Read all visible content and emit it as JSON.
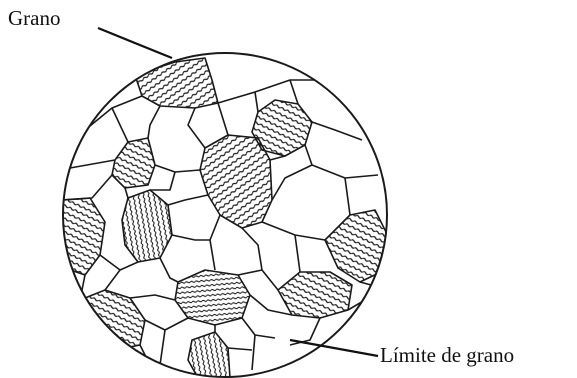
{
  "labels": {
    "grain": "Grano",
    "grain_boundary": "Límite de grano"
  },
  "colors": {
    "ink": "#1a1a1a",
    "background": "#ffffff"
  },
  "grains": [
    {
      "name": "grain-top-left",
      "hatched": true
    },
    {
      "name": "grain-top-center",
      "hatched": false
    },
    {
      "name": "grain-top-right",
      "hatched": false
    },
    {
      "name": "grain-upper-right",
      "hatched": true
    },
    {
      "name": "grain-left-upper",
      "hatched": false
    },
    {
      "name": "grain-left-mid",
      "hatched": true
    },
    {
      "name": "grain-center",
      "hatched": true
    },
    {
      "name": "grain-center-left",
      "hatched": false
    },
    {
      "name": "grain-right-upper",
      "hatched": false
    },
    {
      "name": "grain-left-lower",
      "hatched": true
    },
    {
      "name": "grain-center-lower-left",
      "hatched": true
    },
    {
      "name": "grain-center-lower",
      "hatched": false
    },
    {
      "name": "grain-right-mid",
      "hatched": true
    },
    {
      "name": "grain-bottom-left",
      "hatched": true
    },
    {
      "name": "grain-bottom-center",
      "hatched": true
    },
    {
      "name": "grain-bottom-right",
      "hatched": true
    },
    {
      "name": "grain-bottom",
      "hatched": true
    }
  ]
}
